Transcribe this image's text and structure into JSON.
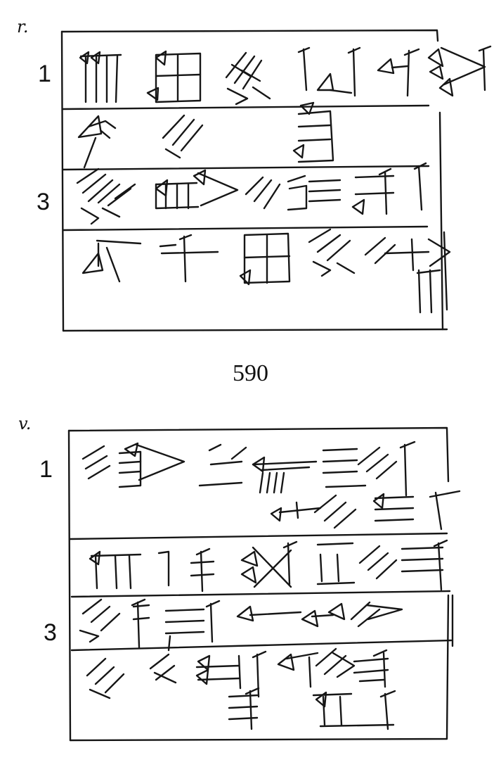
{
  "obverse": {
    "face_label": "r.",
    "line_numbers": [
      "1",
      "3"
    ]
  },
  "tablet_number": "590",
  "reverse": {
    "face_label": "v.",
    "line_numbers": [
      "1",
      "3"
    ]
  }
}
